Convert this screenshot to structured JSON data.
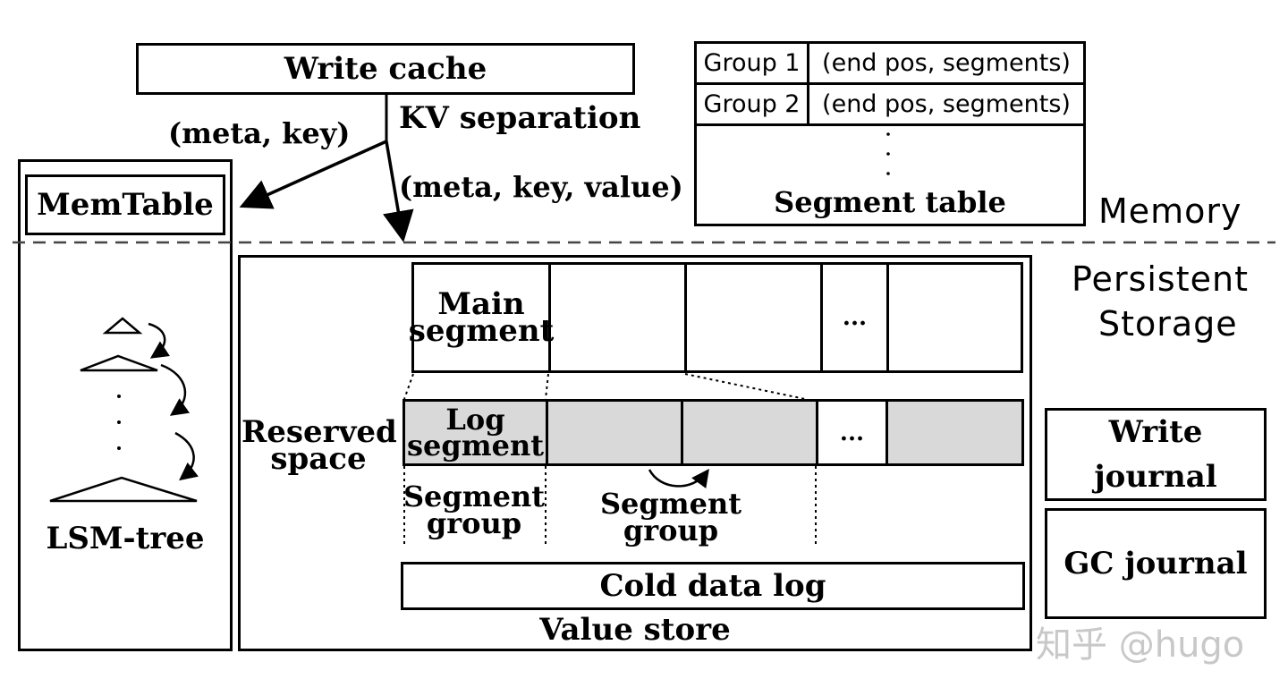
{
  "write_cache": {
    "label": "Write cache"
  },
  "kv_separation": {
    "label": "KV separation"
  },
  "arrows": {
    "to_memtable": "(meta, key)",
    "to_value_store": "(meta, key, value)"
  },
  "memtable": {
    "label": "MemTable"
  },
  "lsm_tree": {
    "label": "LSM-tree"
  },
  "segment_table": {
    "rows": [
      {
        "group": "Group 1",
        "entry": "(end pos, segments)"
      },
      {
        "group": "Group 2",
        "entry": "(end pos, segments)"
      }
    ],
    "title": "Segment table"
  },
  "tiers": {
    "memory": "Memory",
    "persistent_line1": "Persistent",
    "persistent_line2": "Storage"
  },
  "value_store": {
    "title": "Value store",
    "reserved_line1": "Reserved",
    "reserved_line2": "space",
    "main_segment_line1": "Main",
    "main_segment_line2": "segment",
    "log_segment_line1": "Log",
    "log_segment_line2": "segment",
    "ellipsis": "...",
    "segment_group_line1": "Segment",
    "segment_group_line2": "group",
    "cold_data_log": "Cold data log",
    "log_fill_color": "#d9d9d9"
  },
  "journals": {
    "write_line1": "Write",
    "write_line2": "journal",
    "gc": "GC journal"
  },
  "watermark": "知乎 @hugo"
}
